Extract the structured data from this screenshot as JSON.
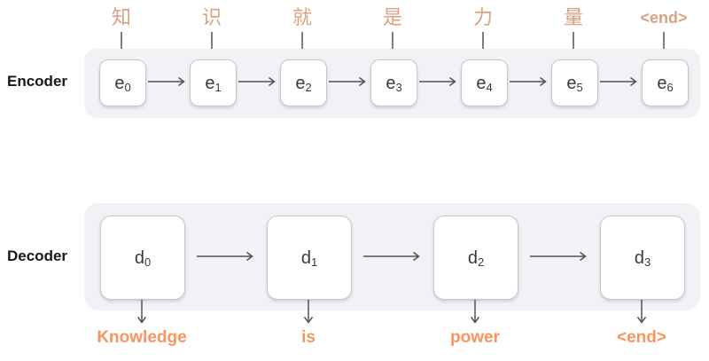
{
  "colors": {
    "page_bg": "#ffffff",
    "panel_bg": "#f1f1f6",
    "box_bg": "#ffffff",
    "box_border": "#c6c6ce",
    "arrow": "#515156",
    "cell_text": "#3a3a3e",
    "section_label": "#18181b",
    "input_token": "#d8a184",
    "output_token": "#f8965e"
  },
  "encoder": {
    "label": "Encoder",
    "input_tokens": [
      "知",
      "识",
      "就",
      "是",
      "力",
      "量",
      "<end>"
    ],
    "cells": [
      {
        "base": "e",
        "sub": "0"
      },
      {
        "base": "e",
        "sub": "1"
      },
      {
        "base": "e",
        "sub": "2"
      },
      {
        "base": "e",
        "sub": "3"
      },
      {
        "base": "e",
        "sub": "4"
      },
      {
        "base": "e",
        "sub": "5"
      },
      {
        "base": "e",
        "sub": "6"
      }
    ]
  },
  "decoder": {
    "label": "Decoder",
    "cells": [
      {
        "base": "d",
        "sub": "0"
      },
      {
        "base": "d",
        "sub": "1"
      },
      {
        "base": "d",
        "sub": "2"
      },
      {
        "base": "d",
        "sub": "3"
      }
    ],
    "output_tokens": [
      "Knowledge",
      "is",
      "power",
      "<end>"
    ]
  }
}
